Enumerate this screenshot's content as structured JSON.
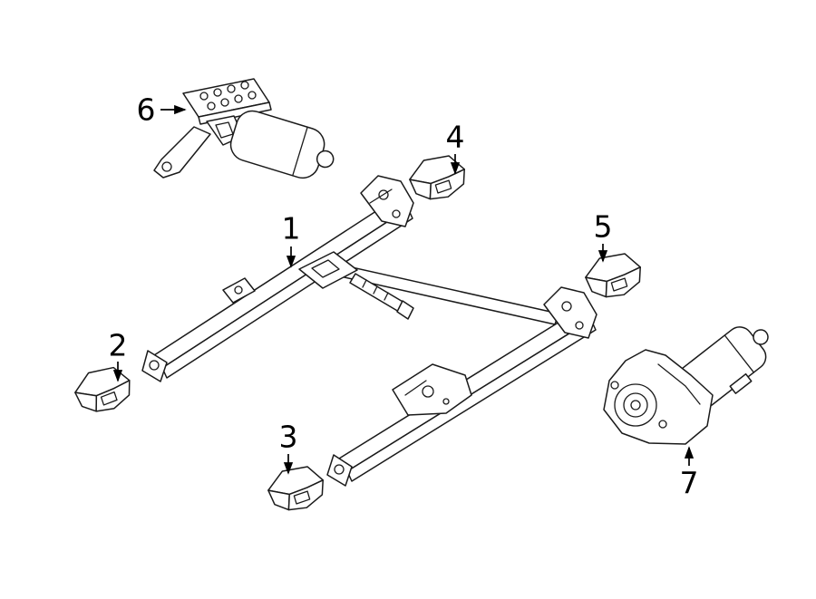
{
  "colors": {
    "background": "#ffffff",
    "line": "#1a1a1a",
    "label": "#000000"
  },
  "diagram": {
    "callouts": [
      {
        "label": "1"
      },
      {
        "label": "2"
      },
      {
        "label": "3"
      },
      {
        "label": "4"
      },
      {
        "label": "5"
      },
      {
        "label": "6"
      },
      {
        "label": "7"
      }
    ]
  }
}
